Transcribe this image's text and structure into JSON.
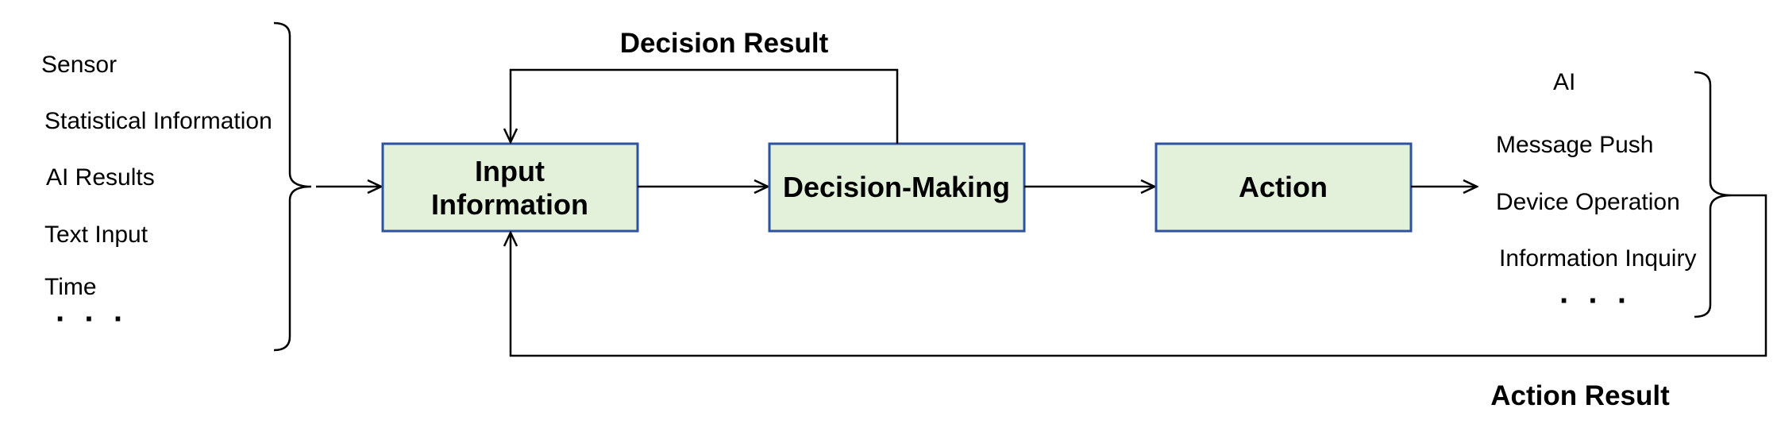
{
  "colors": {
    "box_fill": "#e3f1da",
    "box_stroke": "#2f52a0",
    "line": "#000000"
  },
  "inputs": {
    "items": [
      "Sensor",
      "Statistical Information",
      "AI Results",
      "Text Input",
      "Time"
    ],
    "ellipsis": "· · ·"
  },
  "boxes": {
    "input_line1": "Input",
    "input_line2": "Information",
    "decision": "Decision-Making",
    "action": "Action"
  },
  "outputs": {
    "items": [
      "AI",
      "Message Push",
      "Device Operation",
      "Information Inquiry"
    ],
    "ellipsis": "· · ·"
  },
  "feedback": {
    "decision_result": "Decision Result",
    "action_result": "Action Result"
  }
}
